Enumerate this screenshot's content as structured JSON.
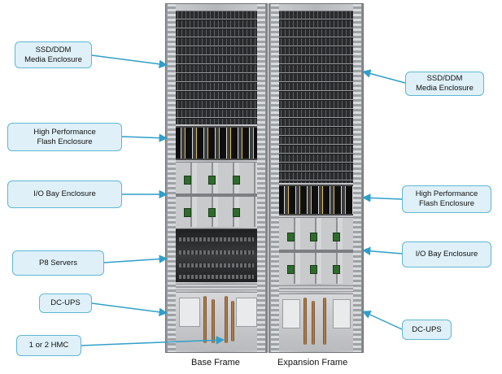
{
  "colors": {
    "callout_fill": "#dff0f8",
    "callout_border": "#5fb7d4",
    "arrow": "#2f9fc9"
  },
  "frames": {
    "base": "Base Frame",
    "expansion": "Expansion Frame"
  },
  "callouts": {
    "base_ssd": "SSD/DDM\nMedia Enclosure",
    "base_hpfe": "High Performance\nFlash Enclosure",
    "base_io": "I/O Bay Enclosure",
    "base_p8": "P8 Servers",
    "base_ups": "DC-UPS",
    "base_hmc": "1 or 2 HMC",
    "exp_ssd": "SSD/DDM\nMedia Enclosure",
    "exp_hpfe": "High Performance\nFlash Enclosure",
    "exp_io": "I/O Bay Enclosure",
    "exp_ups": "DC-UPS"
  }
}
